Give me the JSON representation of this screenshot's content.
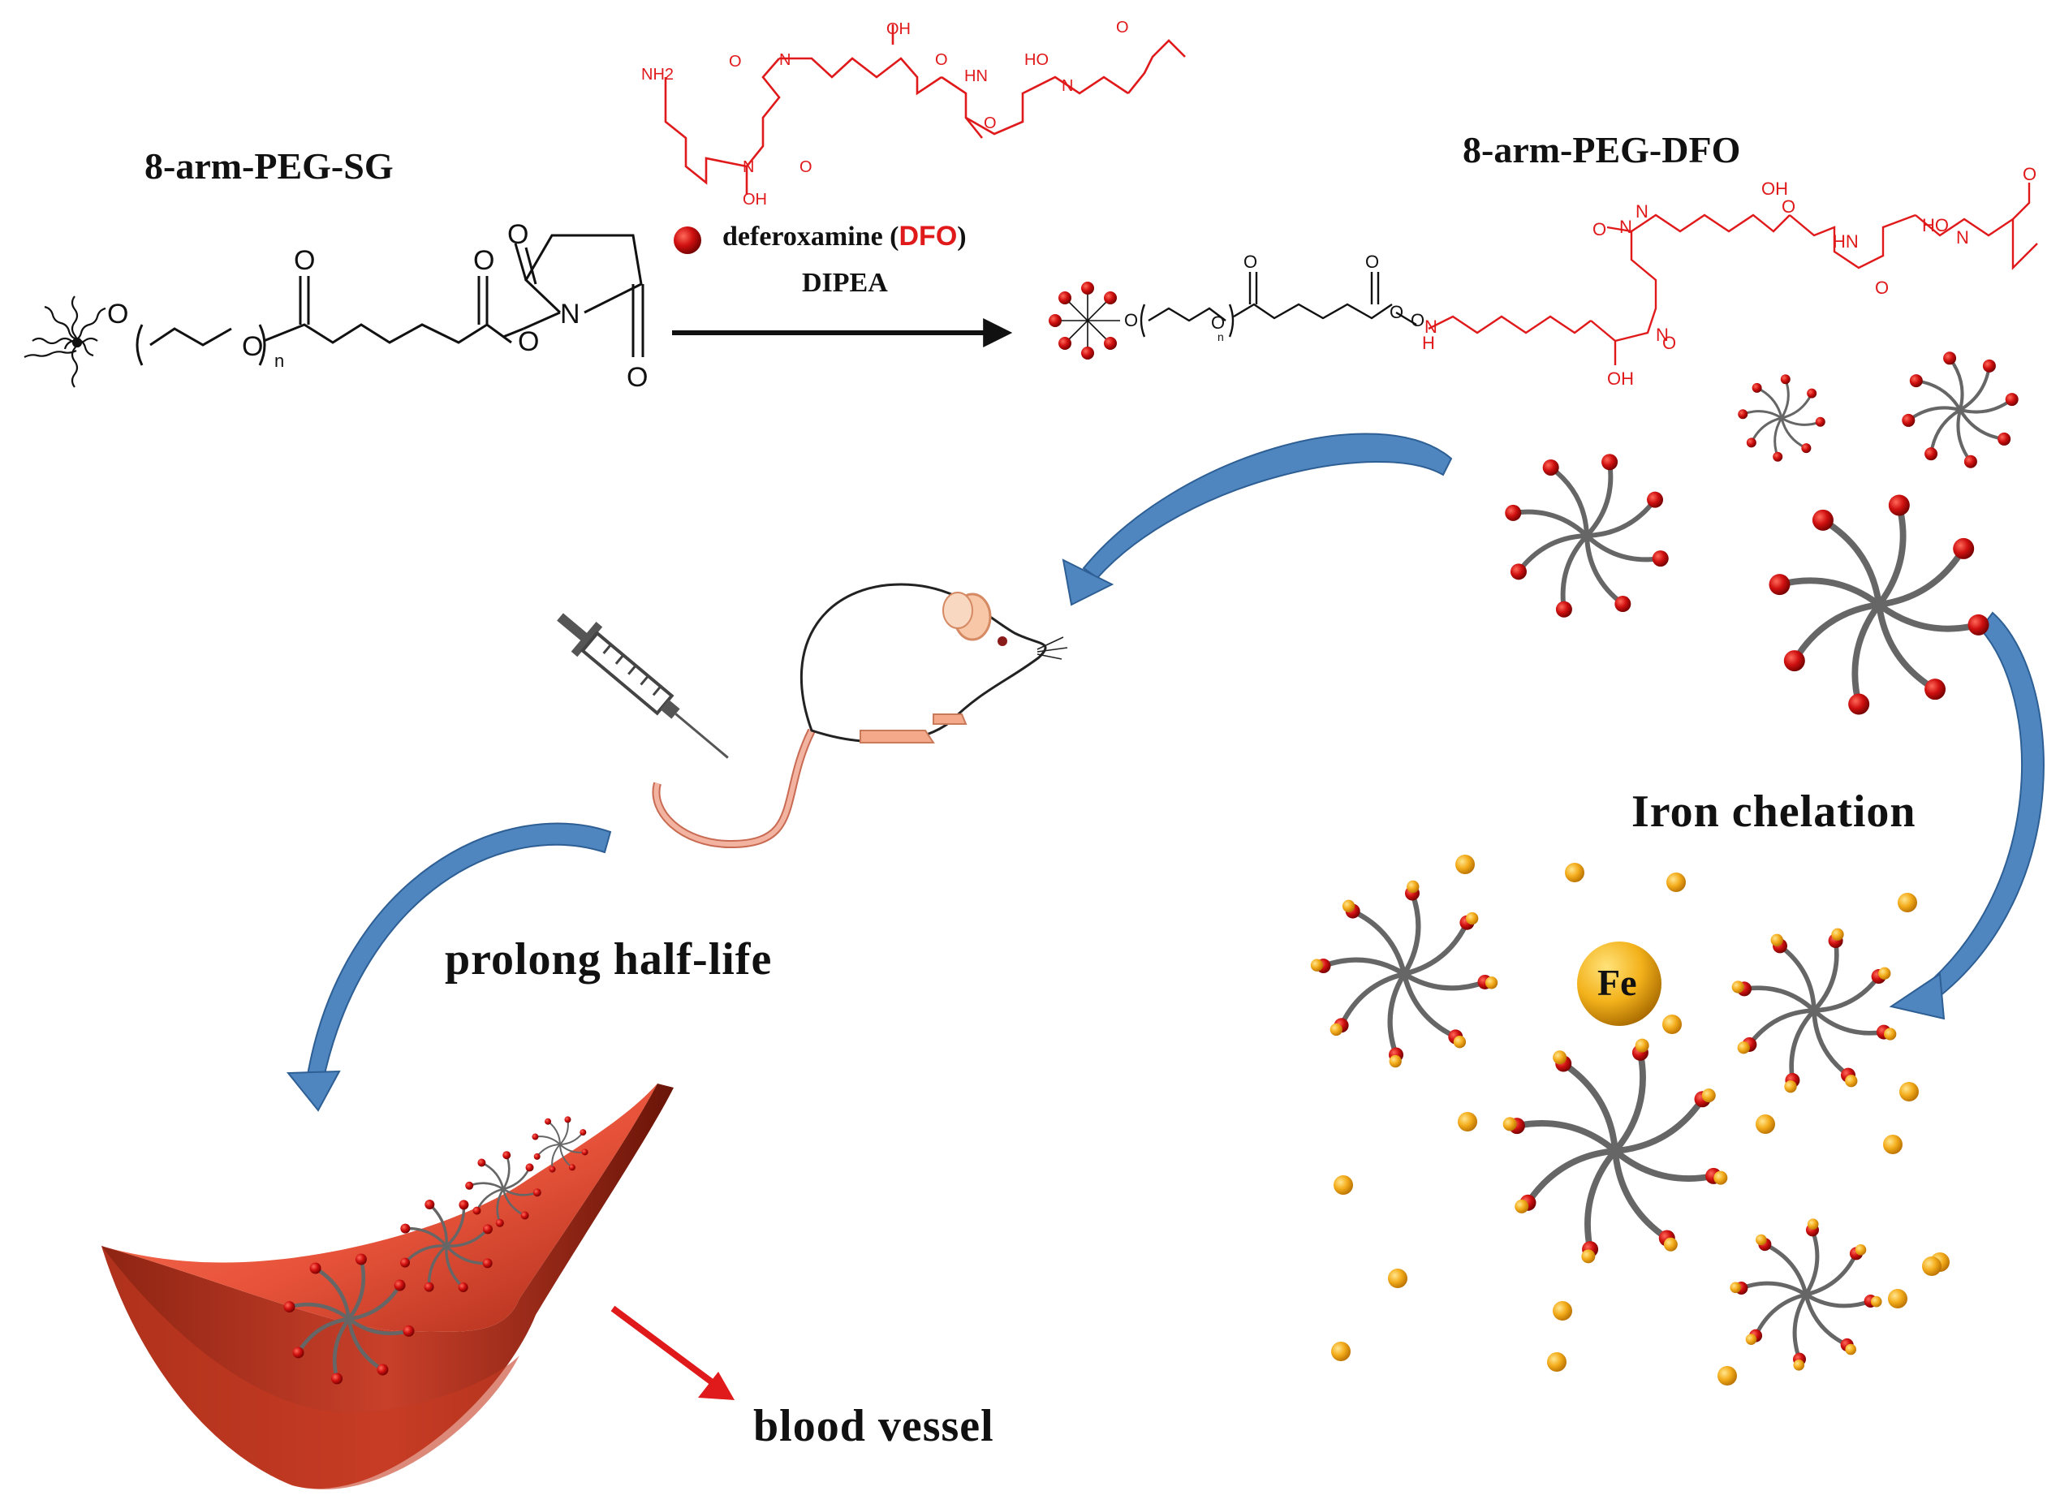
{
  "reactant": {
    "label": "8-arm-PEG-SG",
    "atoms": [
      "O",
      "O",
      "O",
      "O",
      "O",
      "O",
      "N",
      "O"
    ],
    "subscript": "n"
  },
  "reagent": {
    "name": "deferoxamine",
    "paren_open": "(",
    "abbr": "DFO",
    "paren_close": ")",
    "base": "DIPEA",
    "atoms": [
      "NH2",
      "O",
      "N",
      "OH",
      "O",
      "HN",
      "HO",
      "N",
      "O",
      "N",
      "OH",
      "O",
      "O"
    ],
    "dot_color": "#cc1111"
  },
  "product": {
    "label": "8-arm-PEG-DFO",
    "atoms": [
      "O",
      "O",
      "O",
      "O",
      "O",
      "O",
      "N",
      "O",
      "N",
      "OH",
      "O",
      "HN",
      "HO",
      "N",
      "O",
      "N",
      "OH",
      "O",
      "H",
      "N",
      "O"
    ],
    "subscript": "n"
  },
  "labels": {
    "iron_chelation": "Iron chelation",
    "prolong": "prolong half-life",
    "vessel": "blood vessel",
    "fe": "Fe"
  },
  "colors": {
    "accent_red": "#e0191b",
    "arrow_blue": "#4f86c0",
    "arm_gray": "#666666",
    "bead_red": "#c40d0d",
    "iron_gold": "#f0a818",
    "vessel_red": "#e8553a"
  },
  "icons": [
    "mouse-icon",
    "syringe-icon",
    "blood-vessel-icon",
    "star-polymer-icon",
    "iron-ion-icon"
  ]
}
